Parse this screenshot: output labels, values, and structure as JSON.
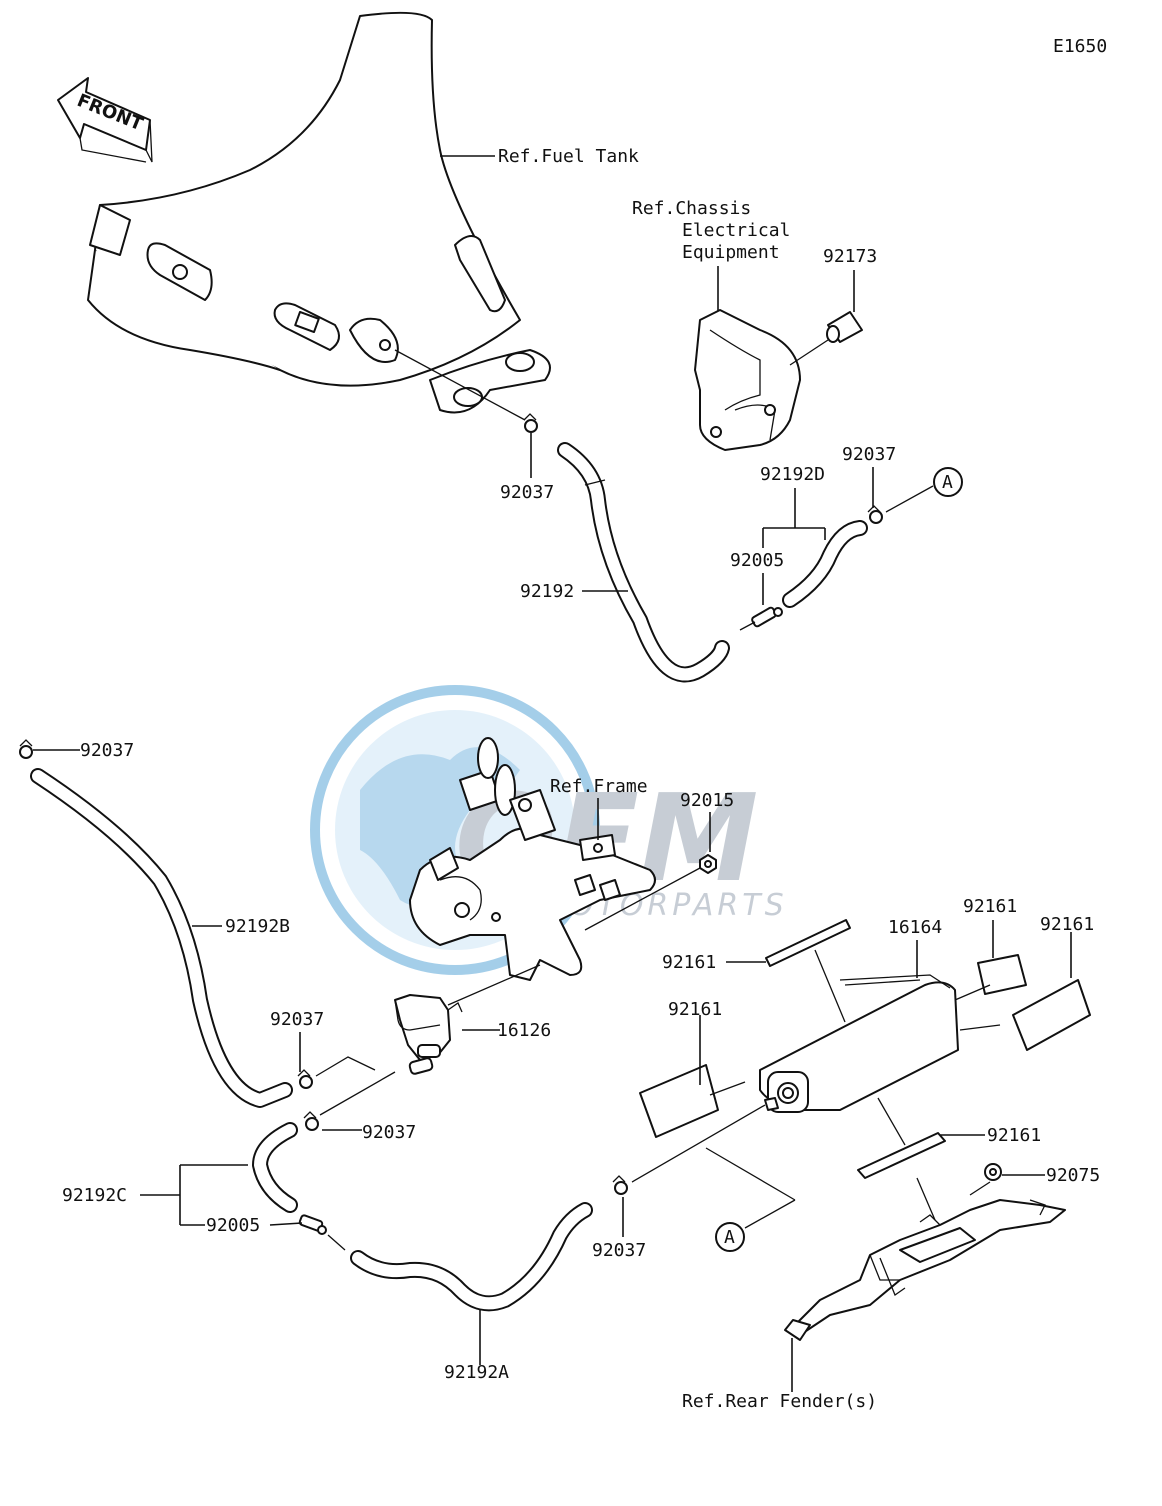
{
  "diagram_code": "E1650",
  "front_label": "FRONT",
  "watermark": {
    "main": "OEM",
    "sub": "MOTORPARTS",
    "color_main": "#9aa6b4",
    "color_globe": "#5aa7d8"
  },
  "references": {
    "fuel_tank": "Ref.Fuel Tank",
    "chassis_line1": "Ref.Chassis",
    "chassis_line2": "Electrical",
    "chassis_line3": "Equipment",
    "frame": "Ref.Frame",
    "rear_fender": "Ref.Rear Fender(s)"
  },
  "callout_marker": "A",
  "part_labels": {
    "p92173": "92173",
    "p92037_top": "92037",
    "p92037_right": "92037",
    "p92192": "92192",
    "p92192D": "92192D",
    "p92005_top": "92005",
    "p92037_left": "92037",
    "p92192B": "92192B",
    "p92015": "92015",
    "p16126": "16126",
    "p92037_mid1": "92037",
    "p92037_mid2": "92037",
    "p92192C": "92192C",
    "p92005_bottom": "92005",
    "p92192A": "92192A",
    "p92037_bottom": "92037",
    "p16164": "16164",
    "p92161_a": "92161",
    "p92161_b": "92161",
    "p92161_c": "92161",
    "p92161_d": "92161",
    "p92161_e": "92161",
    "p92075": "92075"
  }
}
